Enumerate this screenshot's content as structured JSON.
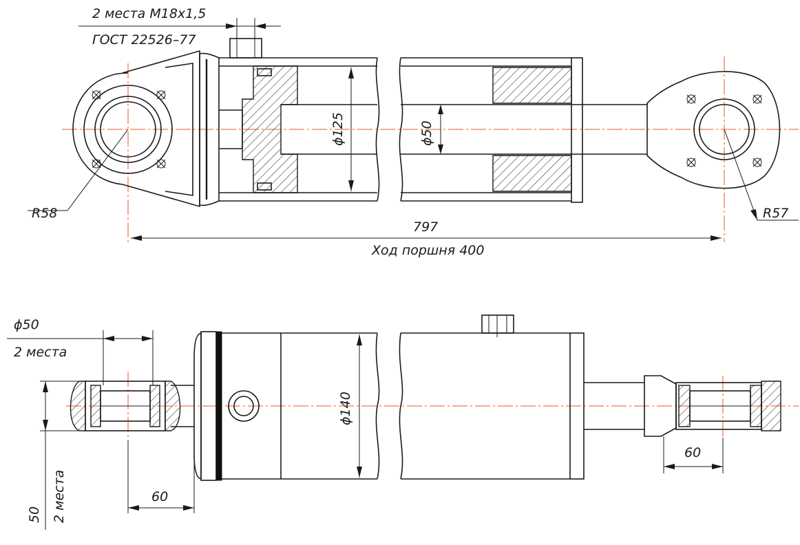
{
  "top_view": {
    "thread_note_line1": "2 места М18х1,5",
    "thread_note_line2": "ГОСТ 22526–77",
    "bore_diameter": "ϕ125",
    "rod_diameter": "ϕ50",
    "left_radius": "R58",
    "right_radius": "R57",
    "overall_length": "797",
    "stroke_note": "Ход поршня 400"
  },
  "bottom_view": {
    "pin_diameter": "ϕ50",
    "pin_diameter_count": "2 места",
    "outer_diameter": "ϕ140",
    "left_width": "60",
    "right_width": "60",
    "eye_width": "50",
    "eye_width_count": "2 места"
  },
  "colors": {
    "line": "#1a1a1a",
    "center_axis": "#e8541c",
    "background": "#ffffff"
  }
}
